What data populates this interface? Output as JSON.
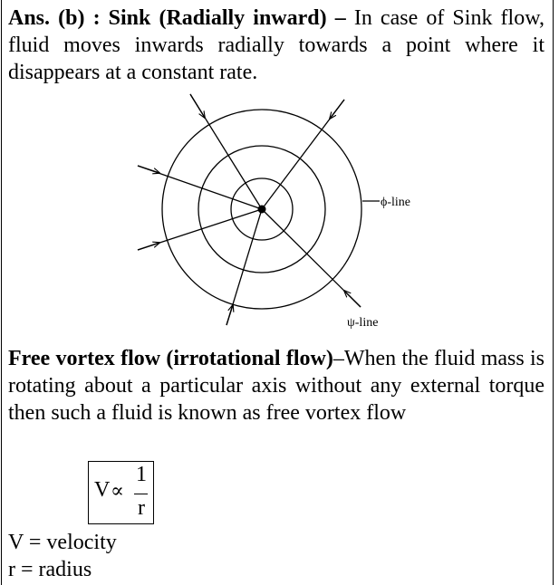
{
  "answer": {
    "label": "Ans. (b) : Sink (Radially inward) –",
    "text": " In case of Sink flow, fluid moves inwards radially towards a point where it disappears at a constant rate."
  },
  "diagram": {
    "phi_label": "ϕ-line",
    "psi_label": "ψ-line"
  },
  "free_vortex": {
    "heading": "Free vortex flow (irrotational flow)",
    "text": "–When the fluid mass is rotating about a particular axis without any external torque then such a fluid is known as free vortex flow"
  },
  "formula": {
    "lhs": "V",
    "relation": "∝",
    "numerator": "1",
    "denominator": "r"
  },
  "definitions": [
    "V = velocity",
    "r = radius"
  ]
}
